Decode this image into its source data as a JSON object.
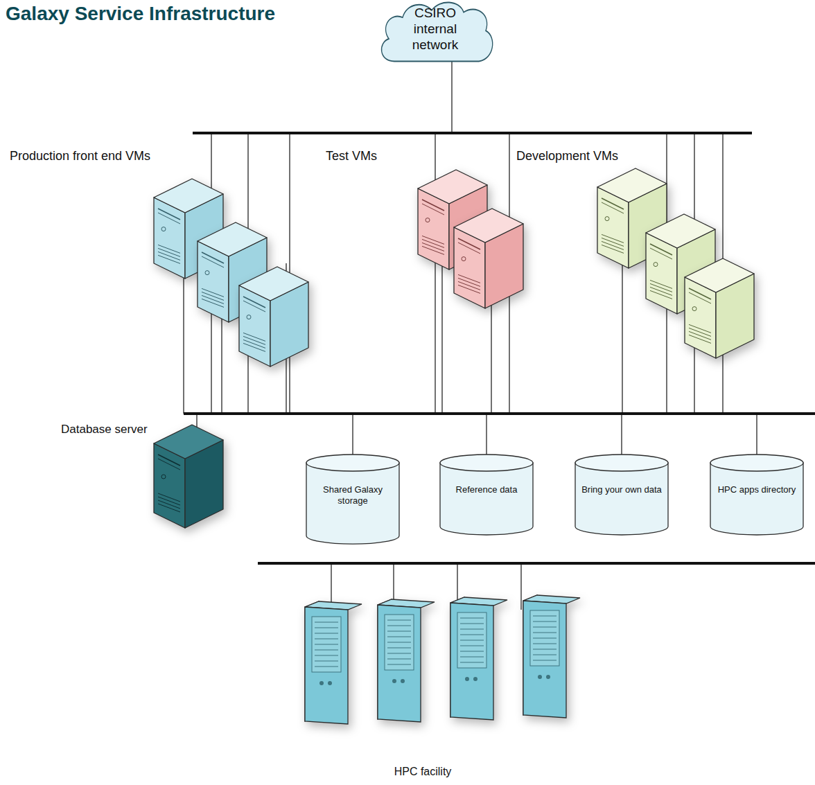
{
  "diagram": {
    "title": "Galaxy Service Infrastructure",
    "nodes": [
      {
        "text": [
          "CSIRO internal network"
        ]
      },
      {
        "text": [
          "Shared Galaxy storage"
        ]
      },
      {
        "text": [
          "Reference data"
        ]
      },
      {
        "text": [
          "Bring your own data"
        ]
      },
      {
        "text": [
          "HPC apps directory"
        ]
      }
    ],
    "labels": [
      "Production front end VMs",
      "Test VMs",
      "Development VMs",
      "Database server",
      "HPC facility"
    ]
  }
}
